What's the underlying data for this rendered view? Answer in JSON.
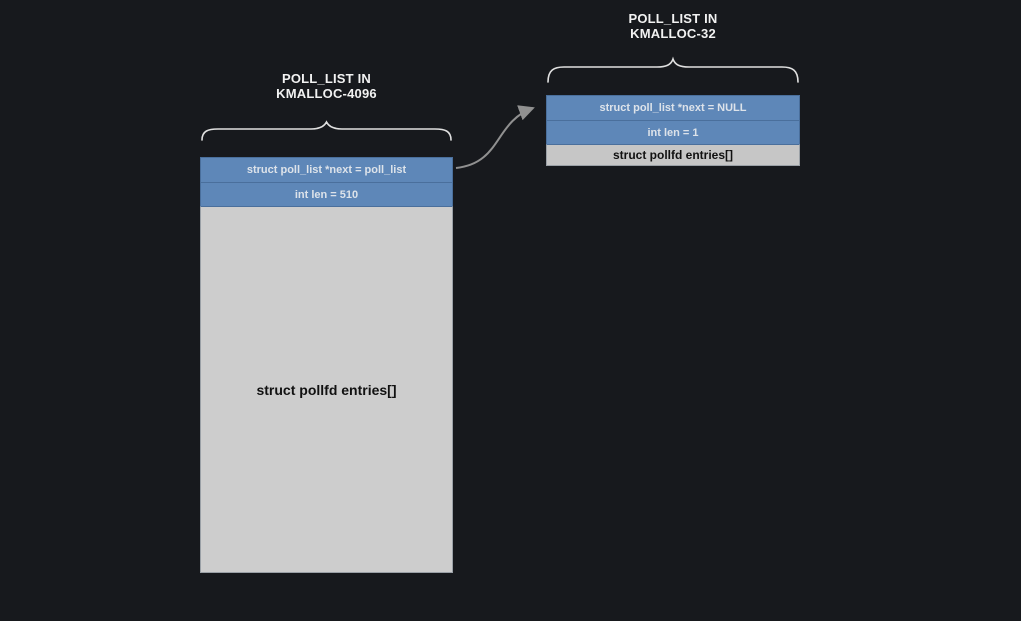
{
  "left": {
    "title_line1": "POLL_LIST IN",
    "title_line2": "KMALLOC-4096",
    "rows": [
      {
        "label": "struct poll_list *next = poll_list"
      },
      {
        "label": "int len = 510"
      }
    ],
    "body_label": "struct pollfd entries[]"
  },
  "right": {
    "title_line1": "POLL_LIST IN",
    "title_line2": "KMALLOC-32",
    "rows": [
      {
        "label": "struct poll_list *next = NULL"
      },
      {
        "label": "int len = 1"
      }
    ],
    "body_label": "struct pollfd entries[]"
  },
  "colors": {
    "canvas_bg": "#17191d",
    "row_blue": "#5e87b8",
    "row_border": "#4a6f9c",
    "row_text": "#dde3ea",
    "body_gray": "#cdcdcd",
    "strip_gray": "#c6c6c6",
    "title_color": "#f2f2f2",
    "brace_color": "#e0e0e0",
    "arrow_color": "#909090"
  }
}
